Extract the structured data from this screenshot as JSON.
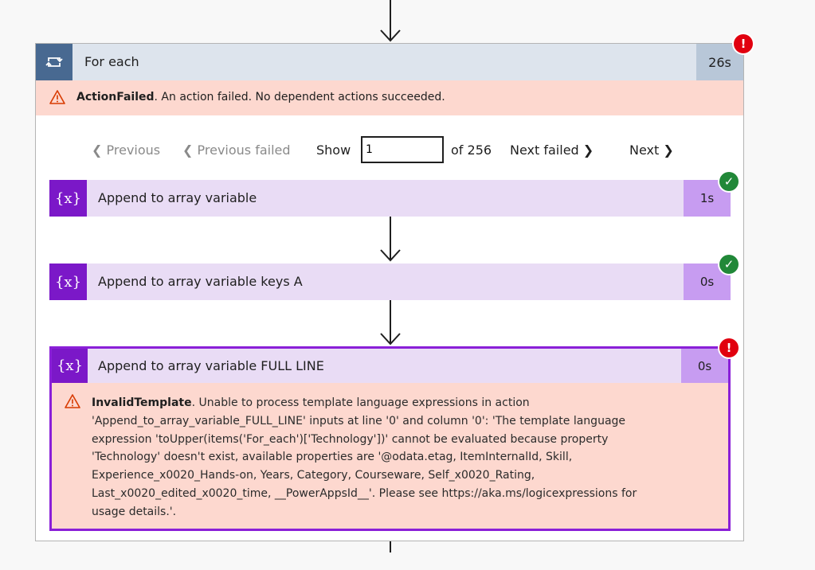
{
  "foreach": {
    "title": "For each",
    "duration": "26s",
    "status": "failed",
    "error_code": "ActionFailed",
    "error_message": ". An action failed. No dependent actions succeeded."
  },
  "pager": {
    "previous": "Previous",
    "previous_failed": "Previous failed",
    "show": "Show",
    "input_value": "1",
    "of_total": "of 256",
    "next_failed": "Next failed",
    "next": "Next"
  },
  "actions": [
    {
      "icon_text": "{x}",
      "title": "Append to array variable",
      "duration": "1s",
      "status": "succeeded"
    },
    {
      "icon_text": "{x}",
      "title": "Append to array variable keys A",
      "duration": "0s",
      "status": "succeeded"
    },
    {
      "icon_text": "{x}",
      "title": "Append to array variable FULL LINE",
      "duration": "0s",
      "status": "failed",
      "error_code": "InvalidTemplate",
      "error_lines": [
        ". Unable to process template language expressions in action",
        "'Append_to_array_variable_FULL_LINE' inputs at line '0' and column '0': 'The template language",
        "expression 'toUpper(items('For_each')['Technology'])' cannot be evaluated because property",
        "'Technology' doesn't exist, available properties are '@odata.etag, ItemInternalId, Skill,",
        "Experience_x0020_Hands-on, Years, Category, Courseware, Self_x0020_Rating,",
        "Last_x0020_edited_x0020_time, __PowerAppsId__'. Please see https://aka.ms/logicexpressions for",
        "usage details.'."
      ]
    }
  ],
  "colors": {
    "foreach_header": "#dde4ed",
    "foreach_icon": "#486991",
    "error_bg": "#fdd8cf",
    "variable_accent": "#7b18c8",
    "variable_bg": "#e9dcf5",
    "success": "#218838",
    "failure": "#e1000f"
  }
}
